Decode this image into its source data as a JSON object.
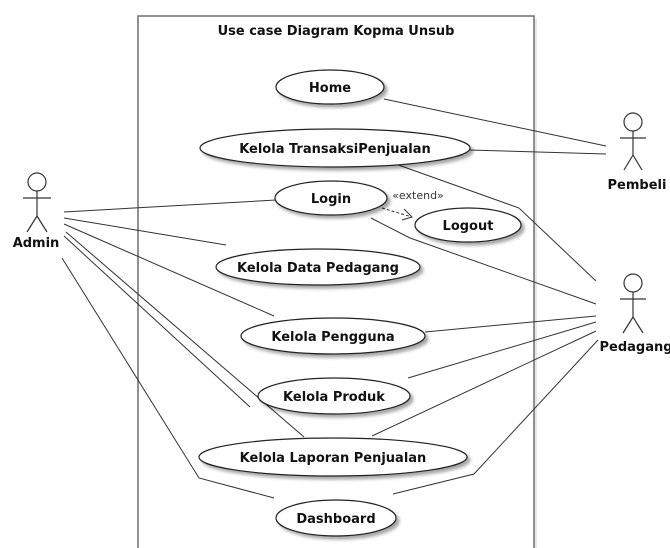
{
  "diagram": {
    "system_title": "Use case Diagram Kopma Unsub",
    "actors": {
      "admin": "Admin",
      "pembeli": "Pembeli",
      "pedagang": "Pedagang"
    },
    "use_cases": {
      "home": "Home",
      "kelola_transaksi": "Kelola TransaksiPenjualan",
      "login": "Login",
      "logout": "Logout",
      "kelola_data_pedagang": "Kelola Data Pedagang",
      "kelola_pengguna": "Kelola Pengguna",
      "kelola_produk": "Kelola Produk",
      "kelola_laporan": "Kelola Laporan Penjualan",
      "dashboard": "Dashboard"
    },
    "stereotype_extend": "«extend»"
  }
}
